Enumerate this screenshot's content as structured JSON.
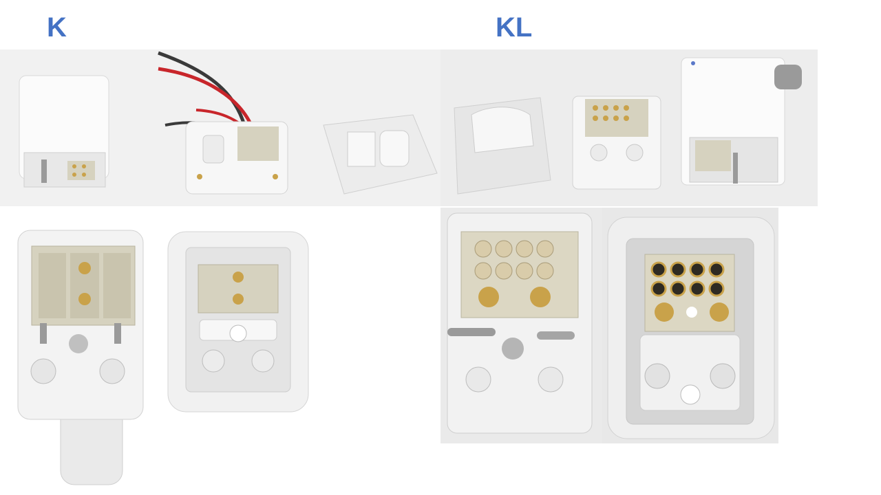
{
  "labels": {
    "left": "K",
    "right": "KL"
  },
  "colors": {
    "label": "#4472c4",
    "housing": "#f2f2f2",
    "insert": "#d6d2bf",
    "brass": "#c9a24a",
    "wire_red": "#c8262b",
    "wire_black": "#3a3a3a",
    "photo_bg": "#eeeeee"
  },
  "photos": [
    {
      "name": "k-disassembled-parts",
      "subject": "connector-housing-wired-base-frame"
    },
    {
      "name": "kl-disassembled-parts",
      "subject": "frame-base-connector-housing"
    },
    {
      "name": "k-hood-closeup",
      "subject": "hood-with-inserts"
    },
    {
      "name": "k-base-closeup",
      "subject": "base-with-inserts"
    },
    {
      "name": "kl-hood-closeup",
      "subject": "hood-with-inserts"
    },
    {
      "name": "kl-base-closeup",
      "subject": "base-with-inserts"
    }
  ]
}
